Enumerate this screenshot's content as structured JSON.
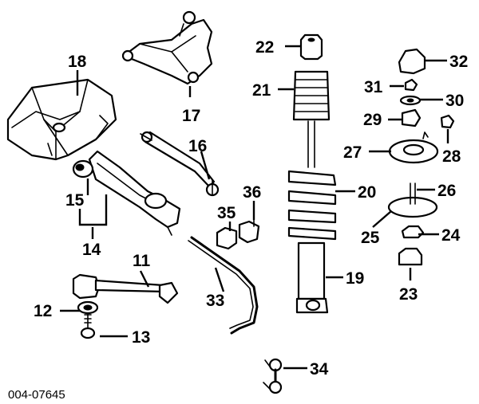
{
  "diagram": {
    "reference_code": "004-07645",
    "callouts": {
      "c11": "11",
      "c12": "12",
      "c13": "13",
      "c14": "14",
      "c15": "15",
      "c16": "16",
      "c17": "17",
      "c18": "18",
      "c19": "19",
      "c20": "20",
      "c21": "21",
      "c22": "22",
      "c23": "23",
      "c24": "24",
      "c25": "25",
      "c26": "26",
      "c27": "27",
      "c28": "28",
      "c29": "29",
      "c30": "30",
      "c31": "31",
      "c32": "32",
      "c33": "33",
      "c34": "34",
      "c35": "35",
      "c36": "36"
    }
  }
}
